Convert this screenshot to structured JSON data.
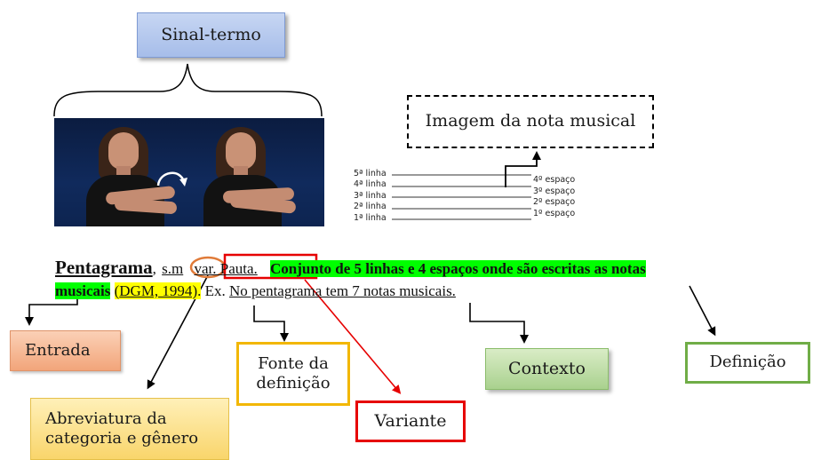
{
  "labels": {
    "sinal_termo": "Sinal-termo",
    "imagem_nota": "Imagem da nota musical",
    "entrada": "Entrada",
    "abreviatura": "Abreviatura da categoria e gênero",
    "fonte": "Fonte da definição",
    "variante": "Variante",
    "contexto": "Contexto",
    "definicao": "Definição"
  },
  "staff": {
    "linhas": [
      "5ª linha",
      "4ª linha",
      "3ª linha",
      "2ª linha",
      "1ª linha"
    ],
    "espacos": [
      "4º espaço",
      "3º espaço",
      "2º espaço",
      "1º espaço"
    ]
  },
  "entry": {
    "headword": "Pentagrama",
    "comma": ",",
    "category": "s.m",
    "variant": "var. Pauta.",
    "definition_part1": "Conjunto de 5 linhas e 4 espaços onde são escritas as notas",
    "definition_part2": "musicais",
    "source_open": "(",
    "source": "DGM, 1994",
    "source_close": ").",
    "example_prefix": "Ex.",
    "example": "No pentagrama tem 7 notas musicais."
  },
  "colors": {
    "highlight_green": "#00ff00",
    "highlight_yellow": "#ffff00",
    "variant_red": "#e60000",
    "category_orange": "#e07b39",
    "fonte_border": "#f2b705",
    "definicao_border": "#70ad47"
  }
}
